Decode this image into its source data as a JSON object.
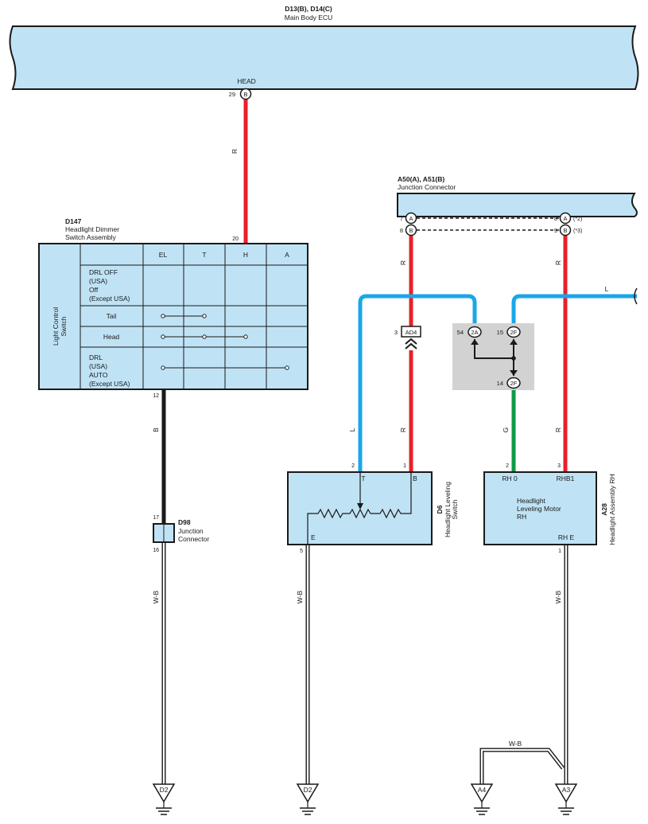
{
  "ecu": {
    "code": "D13(B), D14(C)",
    "name": "Main Body ECU",
    "terminal_label": "HEAD",
    "pin_number": "29",
    "pin_letter": "B"
  },
  "junction_a50": {
    "code": "A50(A), A51(B)",
    "name": "Junction Connector",
    "rows": [
      {
        "left_num": "7",
        "left_letter": "A",
        "right_num": "8",
        "right_letter": "A",
        "note": "(*2)"
      },
      {
        "left_num": "8",
        "left_letter": "B",
        "right_num": "9",
        "right_letter": "B",
        "note": "(*3)"
      }
    ]
  },
  "dimmer_switch": {
    "code": "D147",
    "name_line1": "Headlight Dimmer",
    "name_line2": "Switch Assembly",
    "top_pin": "20",
    "bottom_pin": "12",
    "side_label_line1": "Light Control",
    "side_label_line2": "Switch",
    "columns": [
      "EL",
      "T",
      "H",
      "A"
    ],
    "rows": [
      {
        "lines": [
          "DRL OFF",
          "(USA)",
          "Off",
          "(Except USA)"
        ]
      },
      {
        "lines": [
          "Tail"
        ]
      },
      {
        "lines": [
          "Head"
        ]
      },
      {
        "lines": [
          "DRL",
          "(USA)",
          "AUTO",
          "(Except USA)"
        ]
      }
    ]
  },
  "junction_d98": {
    "code": "D98",
    "name_line1": "Junction",
    "name_line2": "Connector",
    "top_pin": "17",
    "bottom_pin": "16"
  },
  "leveling_switch": {
    "code": "D6",
    "name_line1": "Headlight Leveling",
    "name_line2": "Switch",
    "pin_left": "2",
    "pin_right": "1",
    "label_t": "T",
    "label_b": "B",
    "label_e": "E",
    "bottom_pin": "5"
  },
  "leveling_motor": {
    "code": "A28",
    "name": "Headlight Assembly RH",
    "inner_line1": "Headlight",
    "inner_line2": "Leveling Motor",
    "inner_line3": "RH",
    "pin_left": "2",
    "pin_right": "3",
    "label_rh0": "RH 0",
    "label_rhb1": "RHB1",
    "label_rhe": "RH E",
    "bottom_pin": "1"
  },
  "inline_connectors": {
    "ad4_num": "3",
    "ad4_label": "AD4",
    "c2a_num": "54",
    "c2a_label": "2A",
    "c2f_top_num": "15",
    "c2f_top_label": "2F",
    "c2f_bottom_num": "14",
    "c2f_bottom_label": "2F"
  },
  "wire_colors": {
    "r": "R",
    "b": "B",
    "l": "L",
    "g": "G",
    "wb": "W-B"
  },
  "grounds": {
    "g1": "D2",
    "g2": "D2",
    "g3": "A4",
    "g4": "A3"
  },
  "colors": {
    "red": "#e8202a",
    "blue": "#1aa7e8",
    "green": "#0c9a48",
    "black": "#1a1a1a",
    "box_fill": "#bfe3f5",
    "splice_fill": "#d2d2d2"
  }
}
